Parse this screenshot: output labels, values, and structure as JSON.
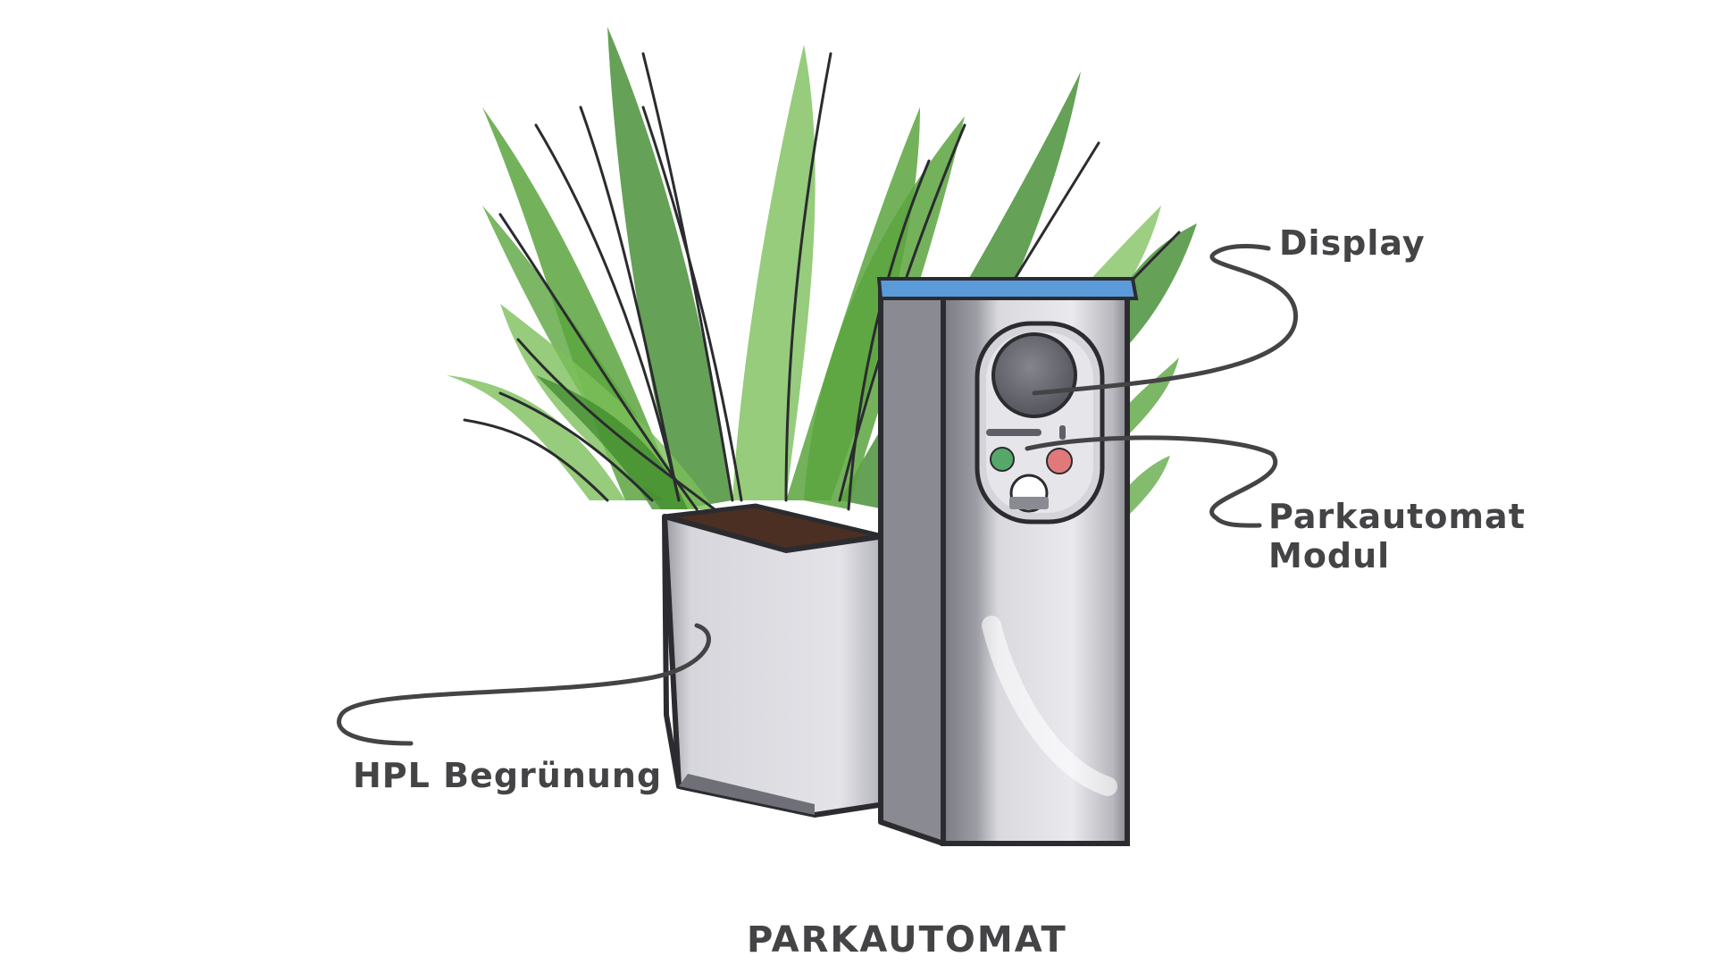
{
  "labels": {
    "display": "Display",
    "modul_line1": "Parkautomat",
    "modul_line2": "Modul",
    "hpl": "HPL Begrünung",
    "title": "PARKAUTOMAT"
  },
  "colors": {
    "leaf_dark": "#3f8a2c",
    "leaf_mid": "#5aa53e",
    "leaf_light": "#7cbf5a",
    "cap_blue": "#5b9bd9",
    "metal_light": "#e6e6ea",
    "metal_mid": "#a9a9b0",
    "metal_dark": "#6f6f78",
    "button_green": "#55a86a",
    "button_red": "#e07a7a",
    "ink": "#2b2b30",
    "soil": "#4a2f22",
    "label_text": "#444446"
  },
  "icons": {
    "display": "round-display-screen",
    "buttons": [
      "green-button",
      "red-button"
    ],
    "slot": "coin-slot"
  }
}
